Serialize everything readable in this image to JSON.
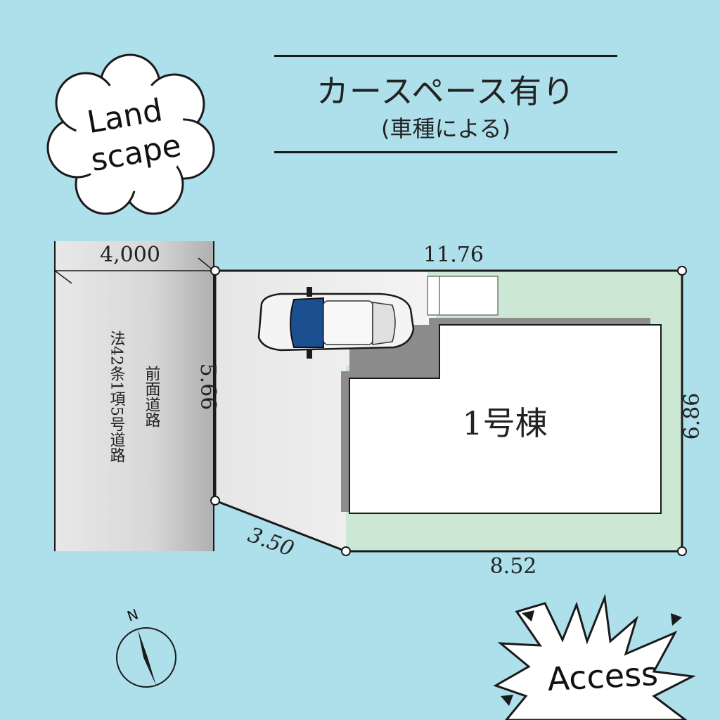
{
  "logo": {
    "line1": "Land",
    "line2": "scape"
  },
  "header": {
    "title": "カースペース有り",
    "subtitle": "(車種による)"
  },
  "road": {
    "width": "4,000",
    "type_label": "法42条1項5号道路",
    "front_label": "前面道路"
  },
  "dimensions": {
    "top": "11.76",
    "left": "5.66",
    "right": "6.86",
    "bottom": "8.52",
    "diagonal": "3.50"
  },
  "building": {
    "label": "1号棟"
  },
  "compass": {
    "north": "N"
  },
  "access_badge": {
    "label": "Access"
  },
  "colors": {
    "background": "#aee0ec",
    "garden": "#cce8d4",
    "building": "#ffffff",
    "car_roof": "#1b4f8f",
    "boundary": "#1a1a1a"
  }
}
